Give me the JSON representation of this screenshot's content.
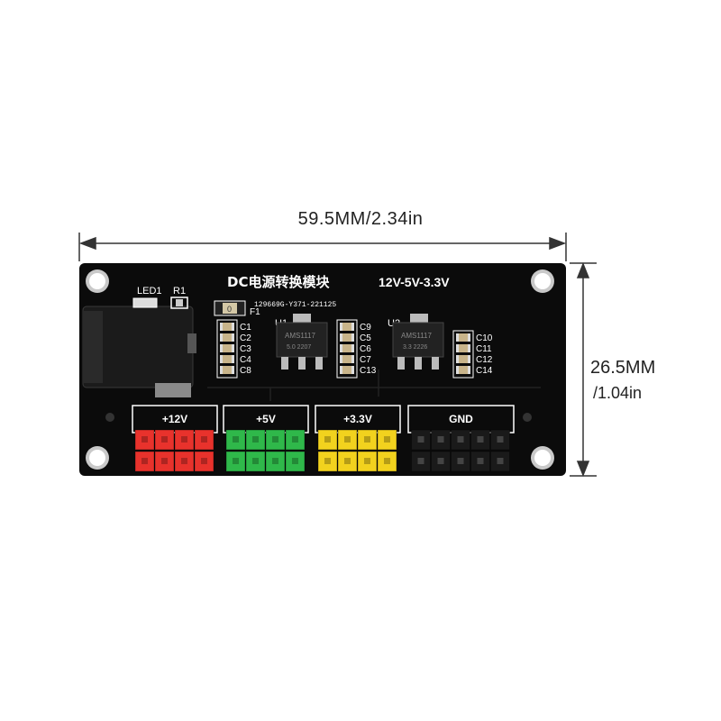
{
  "dimensions": {
    "width_label": "59.5MM/2.34in",
    "height_label_line1": "26.5MM",
    "height_label_line2": "/1.04in"
  },
  "board": {
    "title": "DC电源转换模块",
    "voltage_title": "12V-5V-3.3V",
    "serial": "129669G-Y371-221125",
    "silk_led": "LED1",
    "silk_r": "R1",
    "silk_fuse": "F1",
    "silk_fuse_mark": "0",
    "u1_label": "U1",
    "u2_label": "U2",
    "u1_chip_line1": "AMS1117",
    "u1_chip_line2": "5.0 2207",
    "u2_chip_line1": "AMS1117",
    "u2_chip_line2": "3.3 2226",
    "caps_left": [
      "C1",
      "C2",
      "C3",
      "C4",
      "C8"
    ],
    "caps_mid": [
      "C9",
      "C5",
      "C6",
      "C7",
      "C13"
    ],
    "caps_right": [
      "C10",
      "C11",
      "C12",
      "C14"
    ]
  },
  "headers": [
    {
      "label": "+12V",
      "color": "#e8322c"
    },
    {
      "label": "+5V",
      "color": "#2fb84a"
    },
    {
      "label": "+3.3V",
      "color": "#f2d21e"
    },
    {
      "label": "GND",
      "color": "#1a1a1a"
    }
  ]
}
